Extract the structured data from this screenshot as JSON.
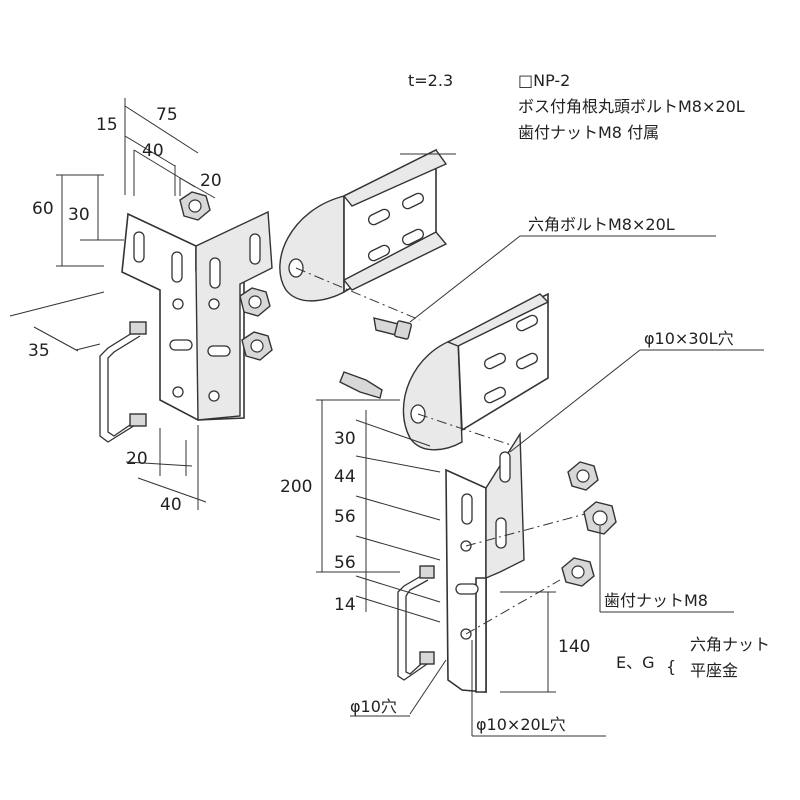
{
  "specs": {
    "thickness": "t=2.3",
    "product_code": "□NP-2",
    "bolt_included": "ボス付角根丸頭ボルトM8×20L",
    "nut_included": "歯付ナットM8 付属"
  },
  "callouts": {
    "hex_bolt": "六角ボルトM8×20L",
    "slot_30": "φ10×30L穴",
    "toothed_nut": "歯付ナットM8",
    "hole_10": "φ10穴",
    "slot_20": "φ10×20L穴",
    "variant_label": "E、G",
    "brace": "{",
    "hex_nut": "六角ナット",
    "flat_washer": "平座金"
  },
  "dims_left": {
    "d75": "75",
    "d15": "15",
    "d40_top": "40",
    "d20_top": "20",
    "d60": "60",
    "d30": "30",
    "d35": "35",
    "d20_bottom": "20",
    "d40_bottom": "40"
  },
  "dims_right": {
    "d200": "200",
    "d30": "30",
    "d44": "44",
    "d56a": "56",
    "d56b": "56",
    "d14": "14",
    "d140": "140"
  }
}
